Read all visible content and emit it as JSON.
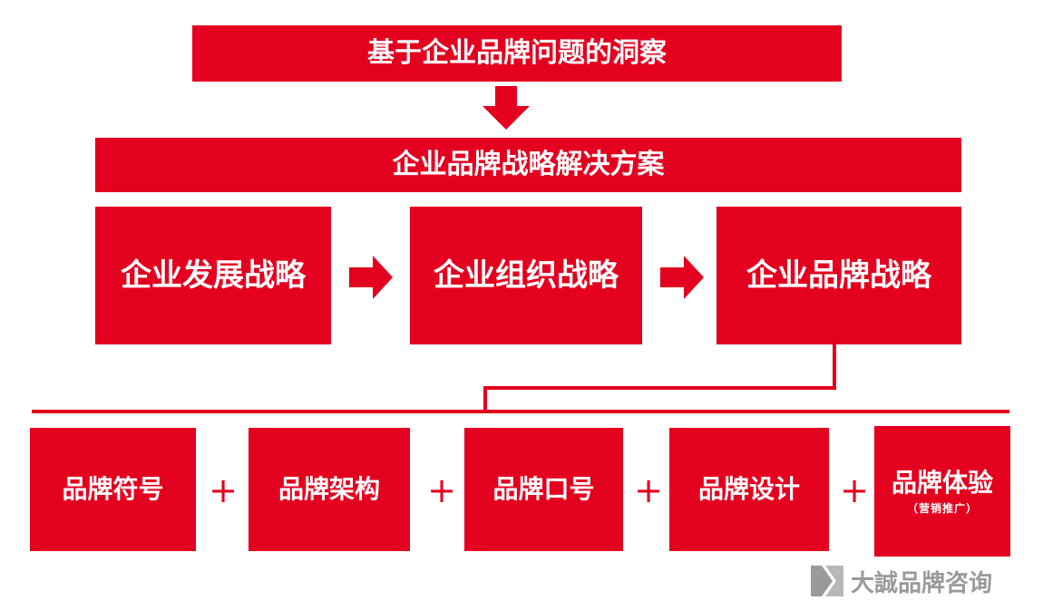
{
  "top_banner": {
    "label": "基于企业品牌问题的洞察"
  },
  "solution_bar": {
    "label": "企业品牌战略解决方案"
  },
  "strategies": [
    {
      "label": "企业发展战略"
    },
    {
      "label": "企业组织战略"
    },
    {
      "label": "企业品牌战略"
    }
  ],
  "components": [
    {
      "label": "品牌符号"
    },
    {
      "label": "品牌架构"
    },
    {
      "label": "品牌口号"
    },
    {
      "label": "品牌设计"
    },
    {
      "label": "品牌体验",
      "sub": "（营销推广）"
    }
  ],
  "plus_symbol": "+",
  "watermark": {
    "text": "大誠品牌咨询",
    "icon": "brand-logo-icon"
  },
  "colors": {
    "accent": "#e4001f",
    "watermark": "#9a9a9a"
  }
}
